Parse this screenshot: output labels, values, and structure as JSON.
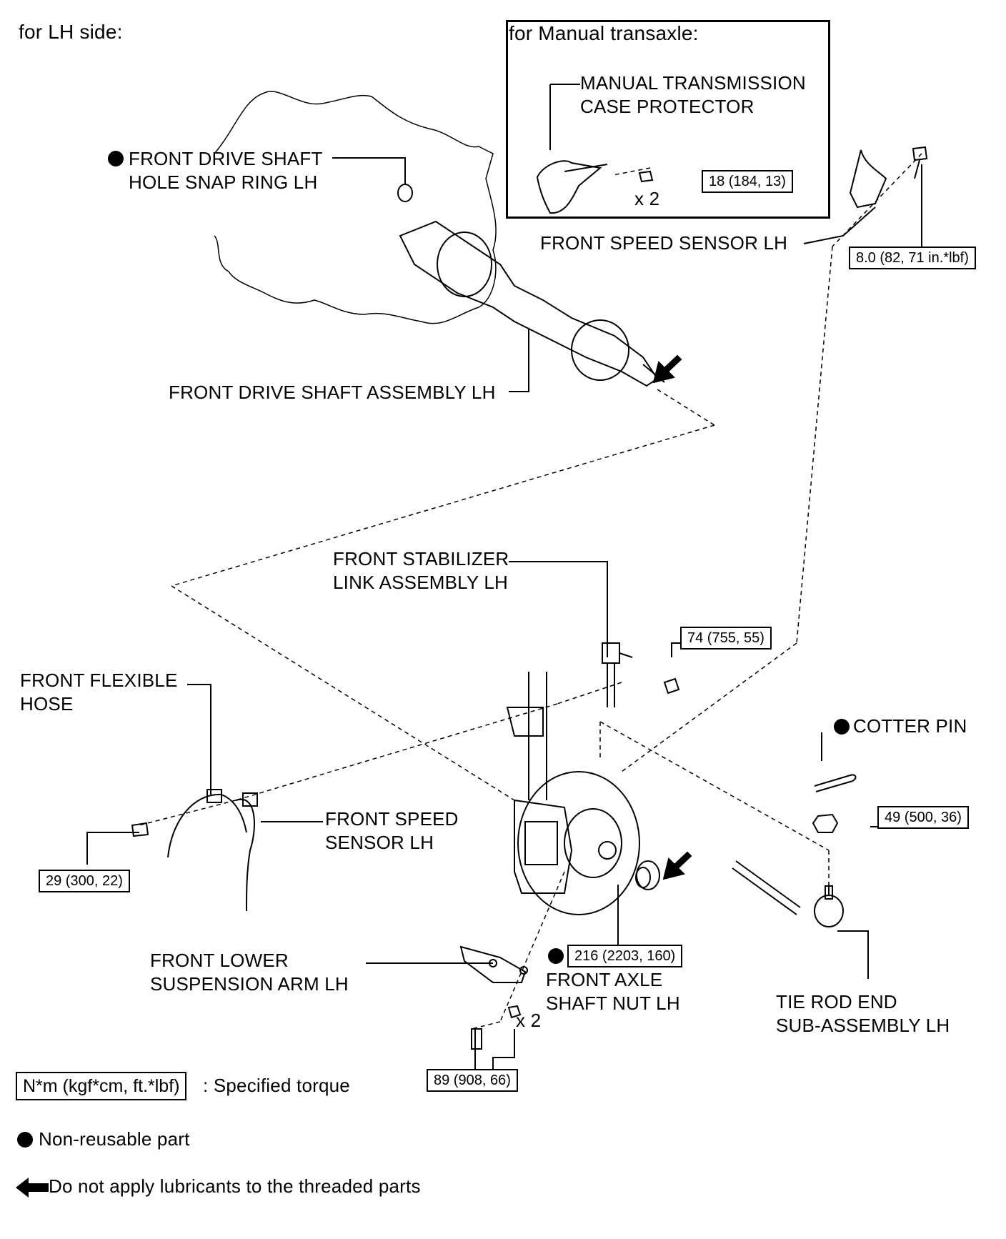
{
  "header": {
    "side_label": "for LH side:"
  },
  "inset": {
    "title": "for Manual transaxle:",
    "part_label": "MANUAL TRANSMISSION\nCASE PROTECTOR",
    "quantity": "x 2",
    "torque": "18 (184, 13)"
  },
  "parts": {
    "snap_ring": "FRONT DRIVE SHAFT\nHOLE SNAP RING LH",
    "drive_shaft": "FRONT DRIVE SHAFT ASSEMBLY LH",
    "speed_sensor_upper": "FRONT SPEED SENSOR LH",
    "stabilizer_link": "FRONT STABILIZER\nLINK ASSEMBLY LH",
    "flexible_hose": "FRONT FLEXIBLE\nHOSE",
    "speed_sensor_lower": "FRONT SPEED\nSENSOR LH",
    "cotter_pin": "COTTER PIN",
    "lower_arm": "FRONT LOWER\nSUSPENSION ARM LH",
    "axle_nut": "FRONT AXLE\nSHAFT NUT LH",
    "tie_rod": "TIE ROD END\nSUB-ASSEMBLY LH",
    "lower_arm_qty": "x 2"
  },
  "torques": {
    "speed_sensor": "8.0 (82, 71 in.*lbf)",
    "stabilizer": "74 (755, 55)",
    "hose_bolt": "29 (300, 22)",
    "tie_rod_nut": "49 (500, 36)",
    "axle_nut": "216 (2203, 160)",
    "lower_arm": "89 (908, 66)"
  },
  "legend": {
    "torque_box": "N*m (kgf*cm, ft.*lbf)",
    "torque_text": ": Specified torque",
    "non_reusable": "Non-reusable part",
    "no_lube": "Do not apply lubricants to the threaded parts"
  }
}
